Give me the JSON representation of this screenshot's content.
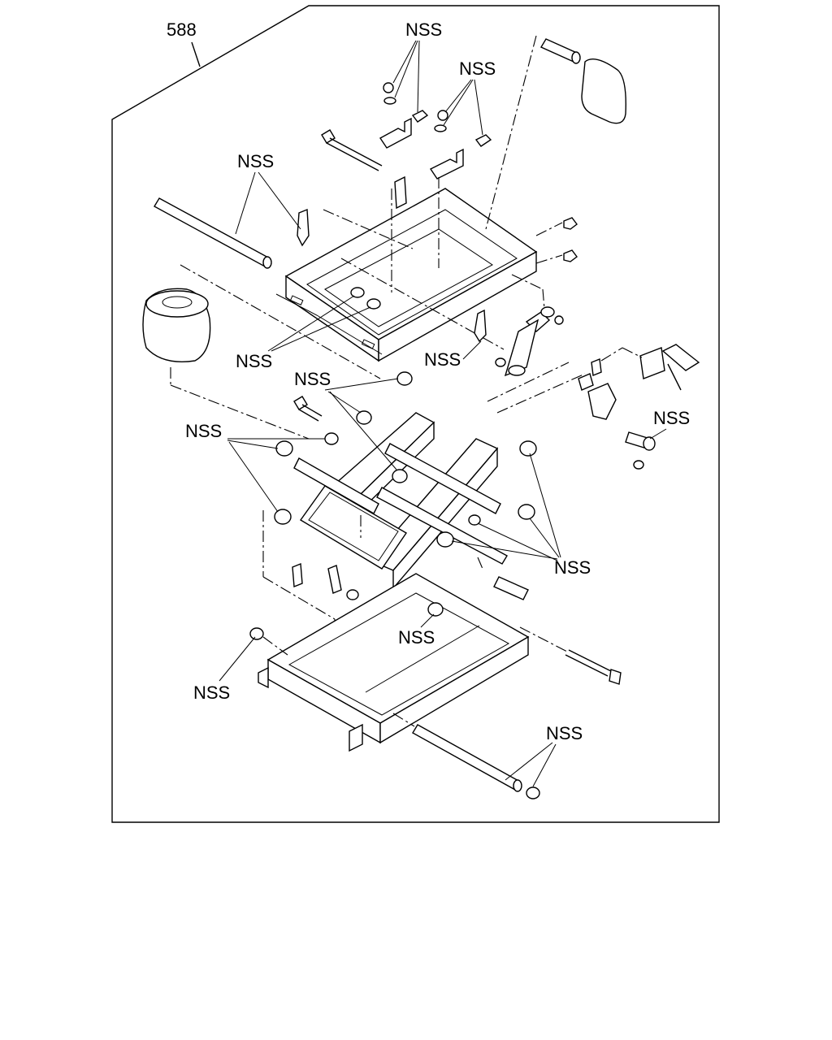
{
  "diagram": {
    "reference_number": "588",
    "callout_label": "NSS",
    "callouts": [
      {
        "id": "top-left-cluster",
        "label": "NSS"
      },
      {
        "id": "top-right-cluster",
        "label": "NSS"
      },
      {
        "id": "rod-and-fitting",
        "label": "NSS"
      },
      {
        "id": "o-rings",
        "label": "NSS"
      },
      {
        "id": "grease-fitting-right",
        "label": "NSS"
      },
      {
        "id": "bushings-upper",
        "label": "NSS"
      },
      {
        "id": "bushings-left",
        "label": "NSS"
      },
      {
        "id": "bracket-pin",
        "label": "NSS"
      },
      {
        "id": "bushings-right",
        "label": "NSS"
      },
      {
        "id": "bushing-lower",
        "label": "NSS"
      },
      {
        "id": "clip-lower-left",
        "label": "NSS"
      },
      {
        "id": "rod-lower-right",
        "label": "NSS"
      }
    ]
  }
}
